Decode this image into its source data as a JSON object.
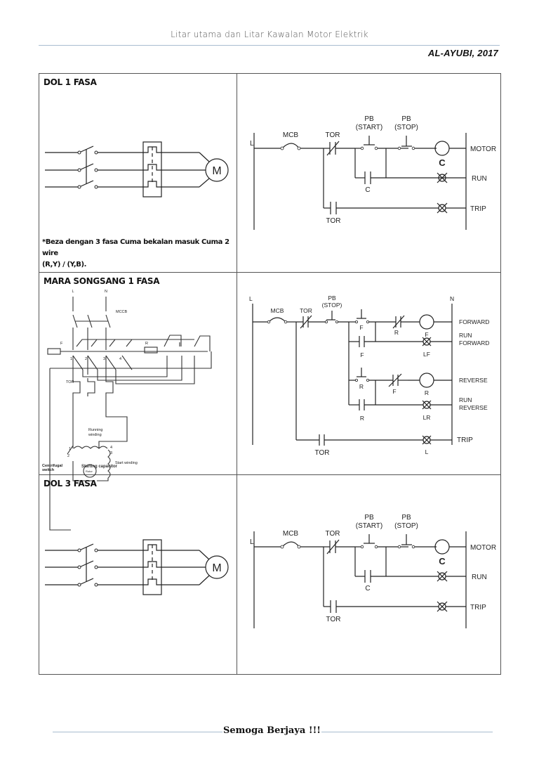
{
  "header": {
    "title": "Litar utama dan Litar Kawalan Motor Elektrik",
    "author": "AL-AYUBI, 2017"
  },
  "sections": [
    {
      "title": "DOL 1 FASA",
      "note_line1": "*Beza dengan 3 fasa Cuma bekalan masuk Cuma 2 wire",
      "note_line2": "(R,Y) / (Y,B).",
      "power": {
        "motor_label": "M"
      },
      "control": {
        "line_label": "L",
        "mcb": "MCB",
        "tor": "TOR",
        "pb_start_1": "PB",
        "pb_start_2": "(START)",
        "pb_stop_1": "PB",
        "pb_stop_2": "(STOP)",
        "contactor_coil_label": "C",
        "contact_c": "C",
        "tor_no": "TOR",
        "rungs": [
          "MOTOR",
          "RUN",
          "TRIP"
        ]
      }
    },
    {
      "title": "MARA SONGSANG 1 FASA",
      "power": {
        "L": "L",
        "N": "N",
        "mccb": "MCCB",
        "F": "F",
        "R": "R",
        "tor": "TOR",
        "terminals": [
          "1",
          "2",
          "3",
          "4"
        ],
        "running_winding_1": "Running",
        "running_winding_2": "winding",
        "start_winding": "Start winding",
        "rotor": "Rotor",
        "centrifugal_1": "Centrifugal",
        "centrifugal_2": "switch",
        "capacitor": "Starting capacitor",
        "w1": "1",
        "w2": "2",
        "w3": "3",
        "w4": "4"
      },
      "control": {
        "line_label": "L",
        "neutral_label": "N",
        "mcb": "MCB",
        "tor": "TOR",
        "pb_stop_1": "PB",
        "pb_stop_2": "(STOP)",
        "pb_f": "F",
        "nc_r": "R",
        "coil_f": "F",
        "contact_f": "F",
        "lamp_lf": "LF",
        "pb_r": "R",
        "nc_f": "F",
        "coil_r": "R",
        "contact_r": "R",
        "lamp_lr": "LR",
        "tor_no": "TOR",
        "lamp_l": "L",
        "rungs": {
          "forward": "FORWARD",
          "run_forward_1": "RUN",
          "run_forward_2": "FORWARD",
          "reverse": "REVERSE",
          "run_reverse_1": "RUN",
          "run_reverse_2": "REVERSE",
          "trip": "TRIP"
        }
      }
    },
    {
      "title": "DOL 3 FASA",
      "power": {
        "motor_label": "M"
      },
      "control": {
        "line_label": "L",
        "mcb": "MCB",
        "tor": "TOR",
        "pb_start_1": "PB",
        "pb_start_2": "(START)",
        "pb_stop_1": "PB",
        "pb_stop_2": "(STOP)",
        "contactor_coil_label": "C",
        "contact_c": "C",
        "tor_no": "TOR",
        "rungs": [
          "MOTOR",
          "RUN",
          "TRIP"
        ]
      }
    }
  ],
  "footer": {
    "text": "Semoga Berjaya !!!"
  }
}
